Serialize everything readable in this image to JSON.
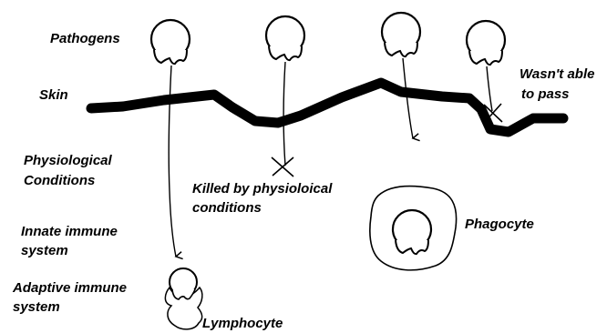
{
  "labels": {
    "pathogens": "Pathogens",
    "skin": "Skin",
    "physiological_1": "Physiological",
    "physiological_2": "Conditions",
    "innate_1": "Innate immune",
    "innate_2": "system",
    "adaptive_1": "Adaptive immune",
    "adaptive_2": "system",
    "killed_1": "Killed by physioloical",
    "killed_2": "conditions",
    "wasnt_1": "Wasn't able",
    "wasnt_2": "to pass",
    "phagocyte": "Phagocyte",
    "lymphocyte": "Lymphocyte"
  },
  "colors": {
    "ink": "#000000",
    "background": "#ffffff"
  },
  "icons": [
    "pathogen-icon",
    "cross-mark-icon",
    "phagocyte-icon",
    "lymphocyte-icon",
    "arrow-icon"
  ]
}
